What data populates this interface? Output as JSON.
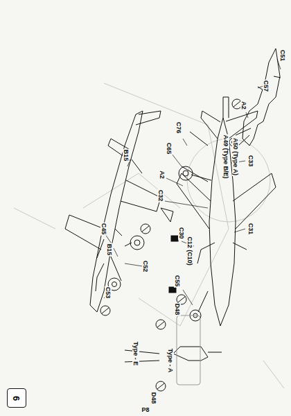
{
  "diagram": {
    "nodes": [
      {
        "text": [
          "6"
        ]
      }
    ],
    "labels": [
      "C51",
      "C57",
      "A2",
      "A49 (Type B/E)",
      "A50 (Type A)",
      "C76",
      "C65",
      "A2",
      "C32",
      "C30",
      "C12 (C10)",
      "C55",
      "C33",
      "C31",
      "B15",
      "B15",
      "C45",
      "C52",
      "C53",
      "D48",
      "Type - E",
      "Type - A",
      "D48",
      "P8"
    ]
  }
}
